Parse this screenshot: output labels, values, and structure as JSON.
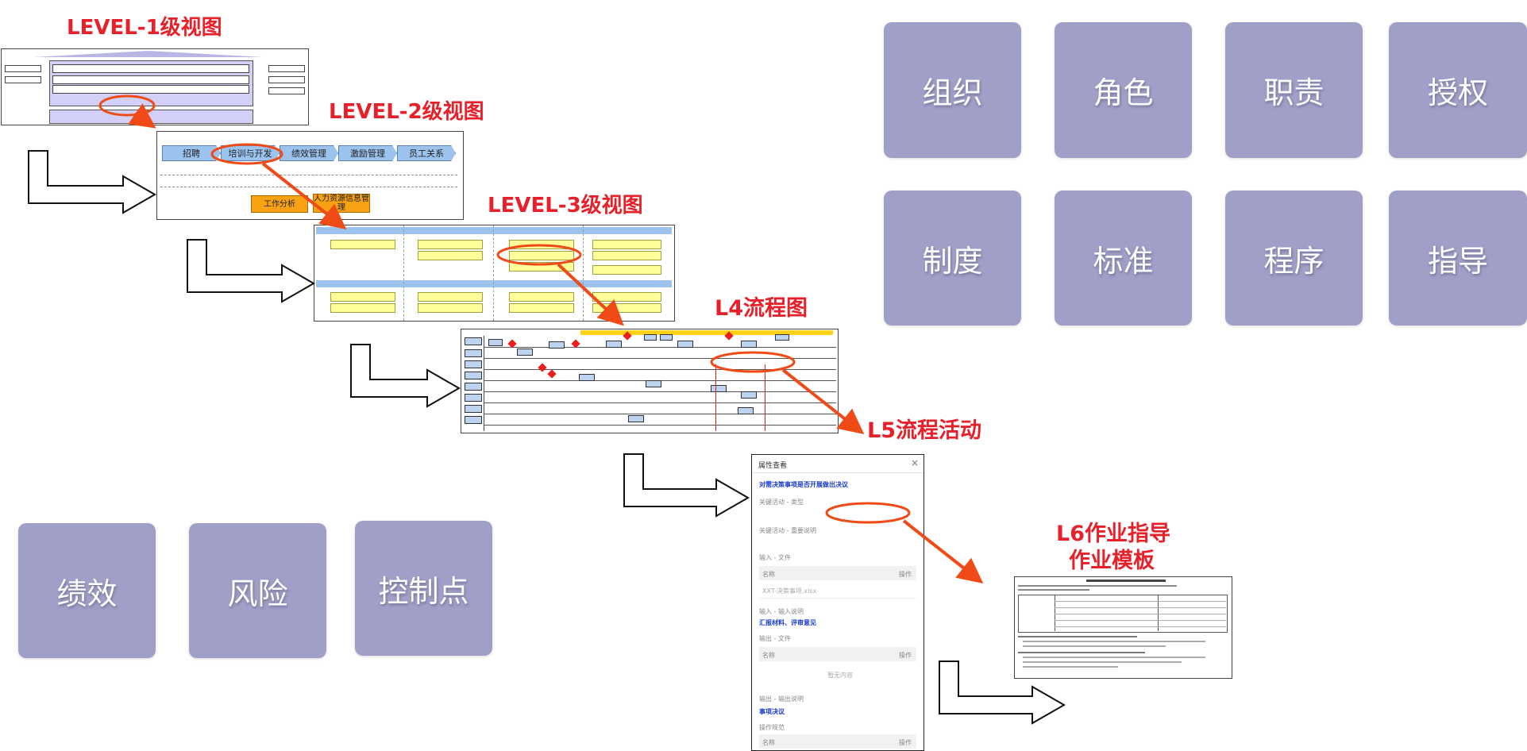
{
  "levels": {
    "level1": "LEVEL-1级视图",
    "level2": "LEVEL-2级视图",
    "level3": "LEVEL-3级视图",
    "l4": "L4流程图",
    "l5": "L5流程活动",
    "l6_line1": "L6作业指导",
    "l6_line2": "作业模板"
  },
  "tiles": {
    "top_row": [
      "组织",
      "角色",
      "职责",
      "授权"
    ],
    "second_row": [
      "制度",
      "标准",
      "程序",
      "指导"
    ],
    "bottom_left": [
      "绩效",
      "风险",
      "控制点"
    ]
  },
  "level2_view": {
    "chevrons": [
      "招聘",
      "培训与开发",
      "绩效管理",
      "激励管理",
      "员工关系"
    ],
    "boxes": [
      "工作分析",
      "人力资源信息管理"
    ]
  },
  "l5_dialog": {
    "title": "属性查看",
    "close": "×",
    "activity": "对需决策事项是否开展做出决议",
    "key_type_label": "关键活动 - 类型",
    "key_desc_label": "关键活动 - 重要说明",
    "input_file_label": "输入 - 文件",
    "col_name": "名称",
    "col_action": "操作",
    "input_file": "XXT-决策事项.xlsx",
    "input_desc_label": "输入 - 输入说明",
    "input_desc": "汇报材料、评审意见",
    "output_file_label": "输出 - 文件",
    "empty": "暂无内容",
    "output_desc_label": "输出 - 输出说明",
    "output_desc": "事项决议",
    "operation_label": "操作规范"
  },
  "colors": {
    "tile": "#a09fc7",
    "accent_red": "#e8202a",
    "chevron_blue": "#9cc3ee",
    "box_orange": "#f7a113",
    "box_yellow": "#ffff9a"
  }
}
